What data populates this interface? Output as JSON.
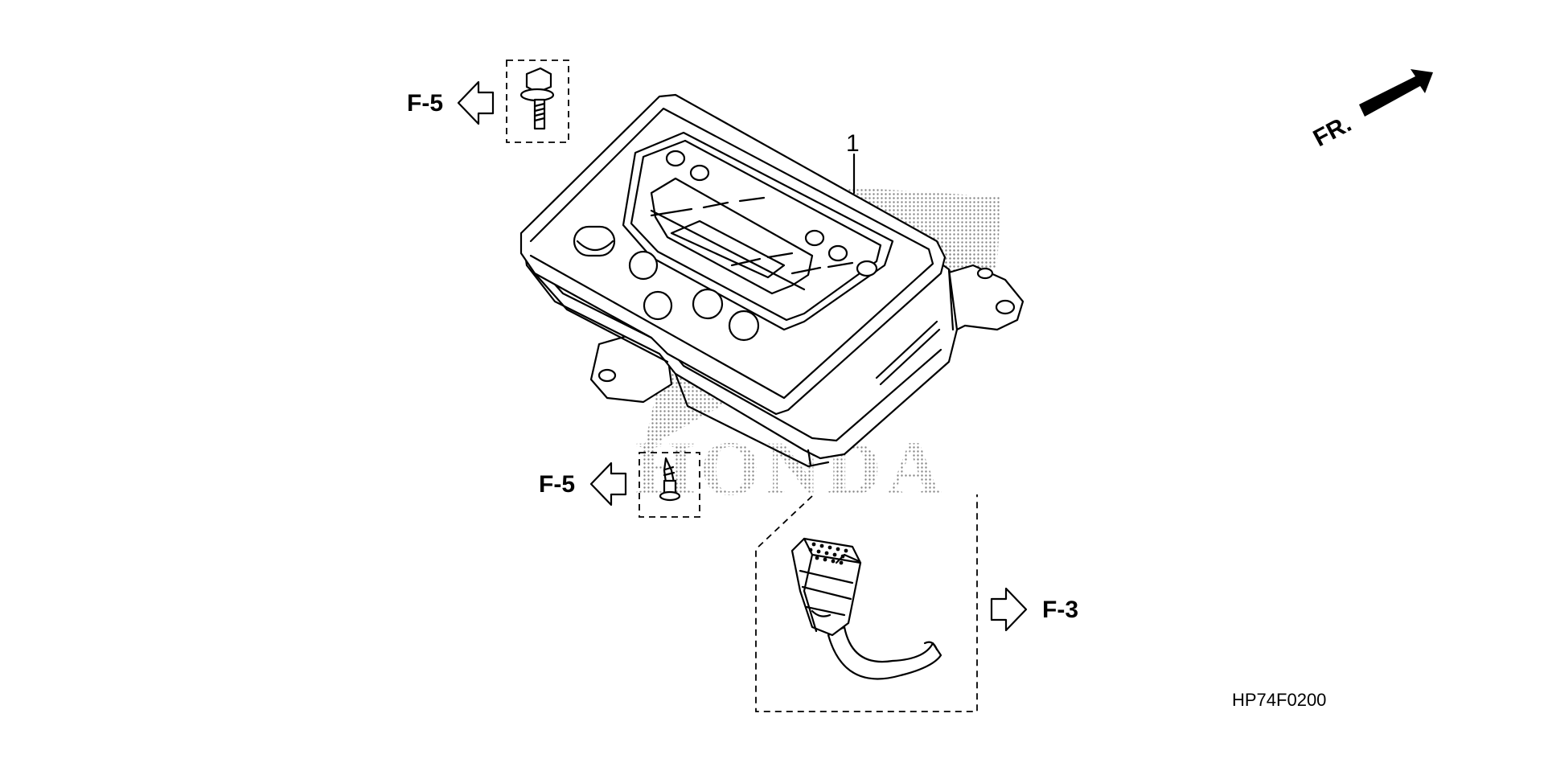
{
  "watermark": {
    "text": "HONDA"
  },
  "callouts": [
    {
      "label": "1"
    }
  ],
  "references": [
    {
      "label": "F-5"
    },
    {
      "label": "F-5"
    },
    {
      "label": "F-3"
    }
  ],
  "direction": {
    "label": "FR."
  },
  "figure_code": "HP74F0200"
}
